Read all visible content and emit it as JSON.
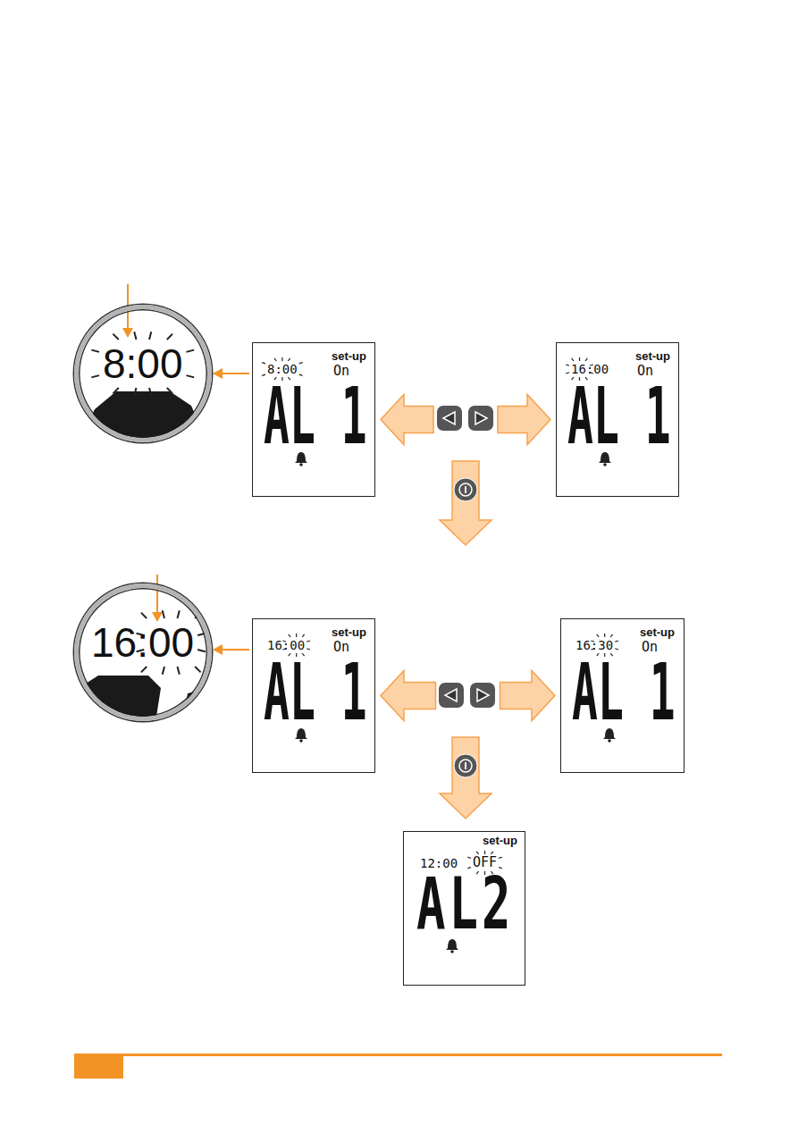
{
  "diagram": {
    "nodes": [
      {
        "text": [
          "8:00"
        ]
      },
      {
        "text": [
          "8:00",
          "set-up",
          "On",
          "AL 1"
        ]
      },
      {
        "text": [
          "16:00",
          "set-up",
          "On",
          "AL 1"
        ]
      },
      {
        "text": [
          "16:00"
        ]
      },
      {
        "text": [
          "16:00",
          "set-up",
          "On",
          "AL 1"
        ]
      },
      {
        "text": [
          "16:30",
          "set-up",
          "On",
          "AL 1"
        ]
      },
      {
        "text": [
          "12:00",
          "set-up",
          "OFF",
          "AL2"
        ]
      }
    ],
    "edges": [
      {
        "from": 1,
        "to": 2,
        "arrow": "both"
      },
      {
        "from": 1,
        "to": 0,
        "arrow": "to"
      },
      {
        "from": 1,
        "to": 4,
        "arrow": "to"
      },
      {
        "from": 4,
        "to": 5,
        "arrow": "both"
      },
      {
        "from": 4,
        "to": 3,
        "arrow": "to"
      },
      {
        "from": 4,
        "to": 6,
        "arrow": "to"
      }
    ]
  }
}
